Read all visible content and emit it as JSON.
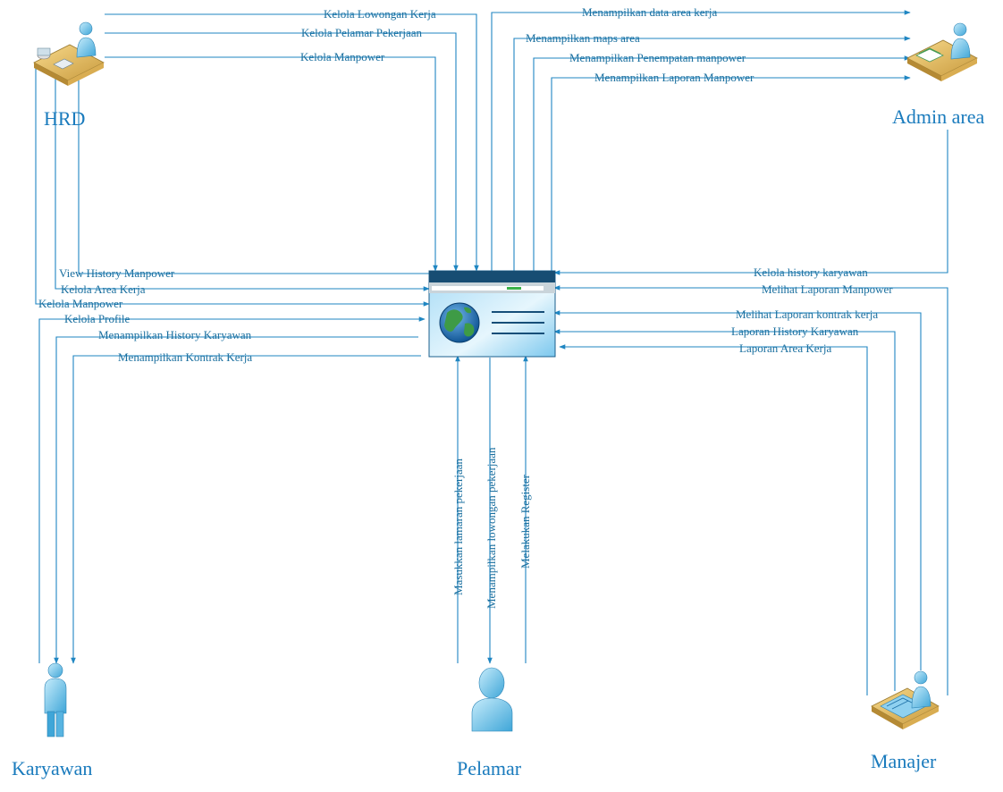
{
  "actors": {
    "hrd": "HRD",
    "admin_area": "Admin area",
    "karyawan": "Karyawan",
    "pelamar": "Pelamar",
    "manajer": "Manajer"
  },
  "system_icon": "web-application-icon",
  "flows": {
    "hrd_kelola_lowongan": "Kelola Lowongan Kerja",
    "hrd_kelola_pelamar": "Kelola Pelamar Pekerjaan",
    "hrd_kelola_manpower": "Kelola Manpower",
    "admin_data_area": "Menampilkan data area kerja",
    "admin_maps": "Menampilkan maps area",
    "admin_penempatan": "Menampilkan Penempatan manpower",
    "admin_laporan": "Menampilkan Laporan Manpower",
    "hrd_view_history": "View History Manpower",
    "hrd_kelola_area": "Kelola Area Kerja",
    "hrd_kelola_manpower_2": "Kelola Manpower",
    "kar_kelola_profile": "Kelola Profile",
    "kar_history": "Menampilkan History Karyawan",
    "kar_kontrak": "Menampilkan Kontrak Kerja",
    "admin_kelola_history": "Kelola history karyawan",
    "mgr_laporan_manpower": "Melihat Laporan Manpower",
    "mgr_laporan_kontrak": "Melihat Laporan kontrak kerja",
    "mgr_laporan_history": "Laporan History Karyawan",
    "mgr_laporan_area": "Laporan Area Kerja",
    "pel_lamaran": "Masukkan lamaran pekerjaan",
    "pel_lowongan": "Menampilkan lowongan pekerjaan",
    "pel_register": "Melakukan Register"
  }
}
